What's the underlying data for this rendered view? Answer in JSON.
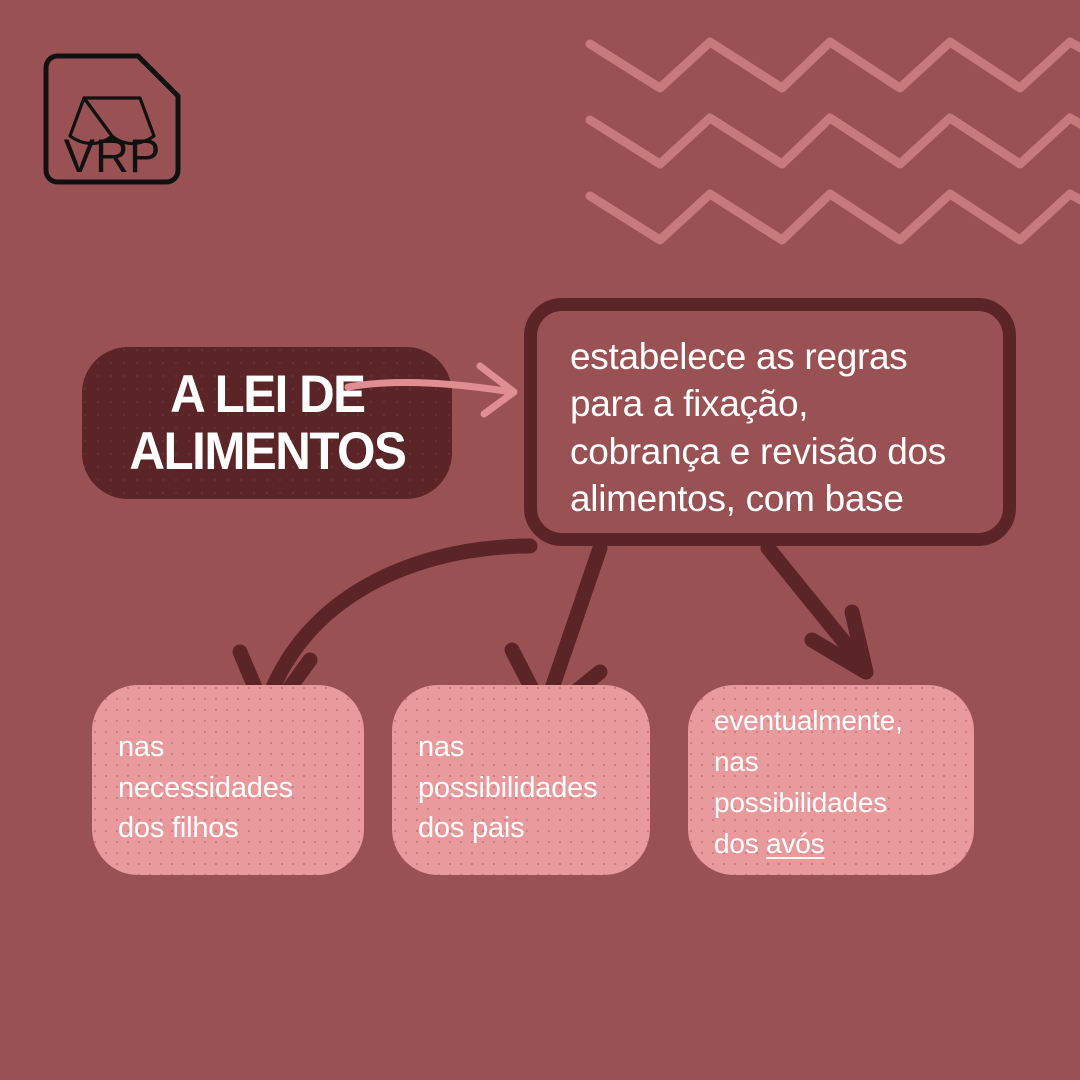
{
  "theme": {
    "background_color": "#9a5154",
    "dark_accent_color": "#5b2427",
    "pink_card_color": "#e99a9c",
    "pink_arrow_color": "#e08e92",
    "text_color": "#ffffff"
  },
  "logo": {
    "brand_text": "VRP",
    "icon_name": "scales-of-justice-icon"
  },
  "decoration": {
    "zigzag_rows": 3,
    "zigzag_color": "#c77a7c"
  },
  "title": {
    "label": "A LEI DE\nALIMENTOS"
  },
  "main_box": {
    "text": "estabelece as regras\npara a fixação,\ncobrança e revisão dos\nalimentos, com base"
  },
  "cards": [
    {
      "text": " nas\nnecessidades\ndos filhos"
    },
    {
      "text": "nas\npossibilidades\ndos pais"
    },
    {
      "line1": "eventualmente,",
      "line2": "nas",
      "line3": "possibilidades",
      "line4_prefix": "dos ",
      "line4_emphasis": "avós"
    }
  ],
  "connectors": {
    "title_to_main": "pink-curved-arrow",
    "main_to_card1": "dark-curved-arrow-left",
    "main_to_card2": "dark-arrow-down-left",
    "main_to_card3": "dark-arrow-down-right"
  }
}
